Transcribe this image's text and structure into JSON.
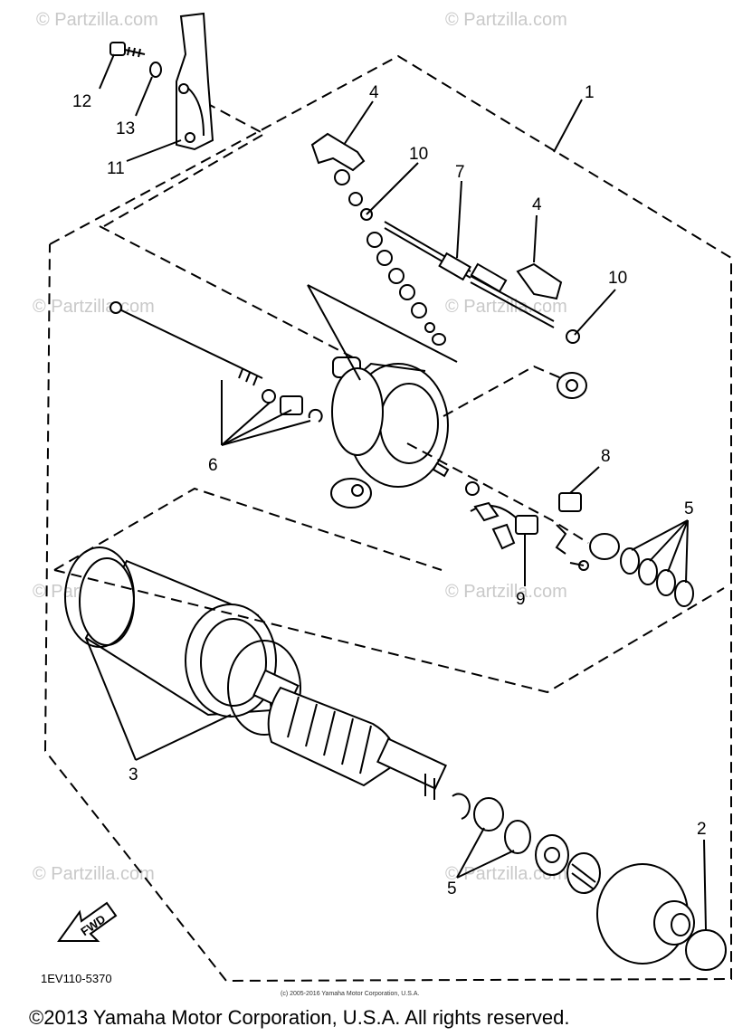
{
  "watermarks": [
    "© Partzilla.com",
    "© Partzilla.com",
    "© Partzilla.com",
    "© Partzilla.com",
    "© Partzilla.com",
    "© Partzilla.com",
    "© Partzilla.com",
    "© Partzilla.com"
  ],
  "callouts": {
    "c1": "1",
    "c2": "2",
    "c3": "3",
    "c4a": "4",
    "c4b": "4",
    "c5a": "5",
    "c5b": "5",
    "c6": "6",
    "c7": "7",
    "c8": "8",
    "c9": "9",
    "c10a": "10",
    "c10b": "10",
    "c11": "11",
    "c12": "12",
    "c13": "13"
  },
  "fwd_label": "FWD",
  "diagram_code": "1EV110-5370",
  "small_copyright": "(c) 2005-2016 Yamaha Motor Corporation, U.S.A.",
  "footer_copyright": "©2013 Yamaha Motor Corporation, U.S.A. All rights reserved."
}
